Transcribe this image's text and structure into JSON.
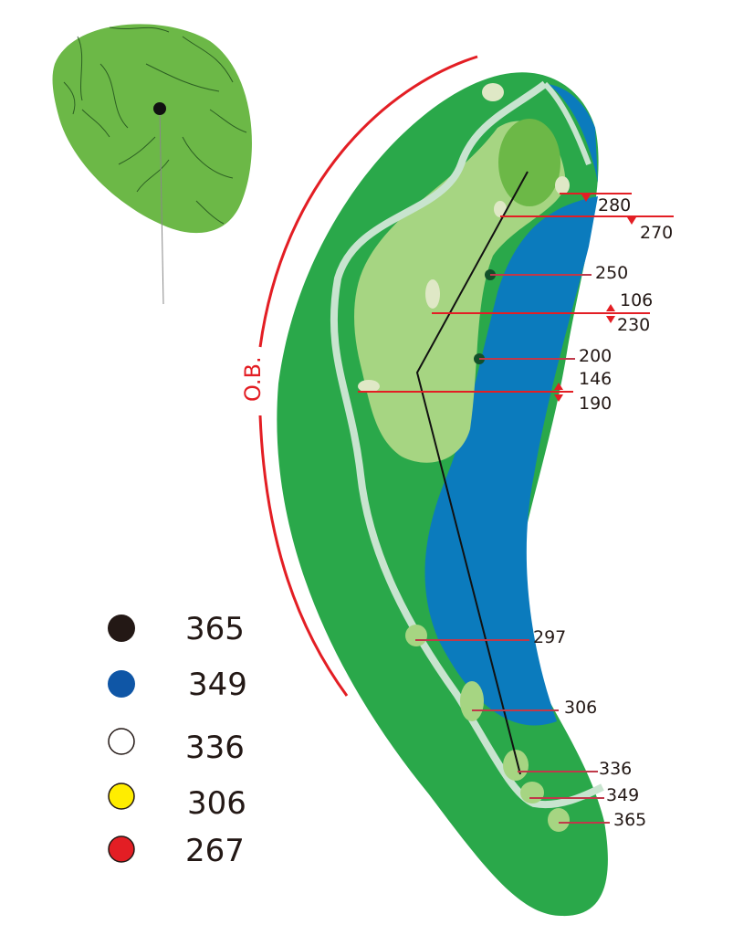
{
  "colors": {
    "rough": "#2aa84a",
    "fairway": "#a6d582",
    "green": "#6cb847",
    "water": "#0b7bbd",
    "cart_path": "#c8e4cf",
    "ob_line": "#e31e24",
    "marker_line": "#c0394a"
  },
  "ob_label": "O.B.",
  "distance_markers": [
    {
      "label": "280",
      "arrow": "down"
    },
    {
      "label": "270",
      "arrow": "down"
    },
    {
      "label": "250"
    },
    {
      "label": "106",
      "arrow": "up"
    },
    {
      "label": "230",
      "arrow": "down"
    },
    {
      "label": "200"
    },
    {
      "label": "146",
      "arrow": "up"
    },
    {
      "label": "190",
      "arrow": "down"
    },
    {
      "label": "297"
    },
    {
      "label": "306"
    },
    {
      "label": "336"
    },
    {
      "label": "349"
    },
    {
      "label": "365"
    }
  ],
  "tee_legend": [
    {
      "color": "#231815",
      "yards": "365"
    },
    {
      "color": "#0f56a6",
      "yards": "349"
    },
    {
      "color": "#ffffff",
      "yards": "336"
    },
    {
      "color": "#ffed00",
      "yards": "306"
    },
    {
      "color": "#e31e24",
      "yards": "267"
    }
  ]
}
